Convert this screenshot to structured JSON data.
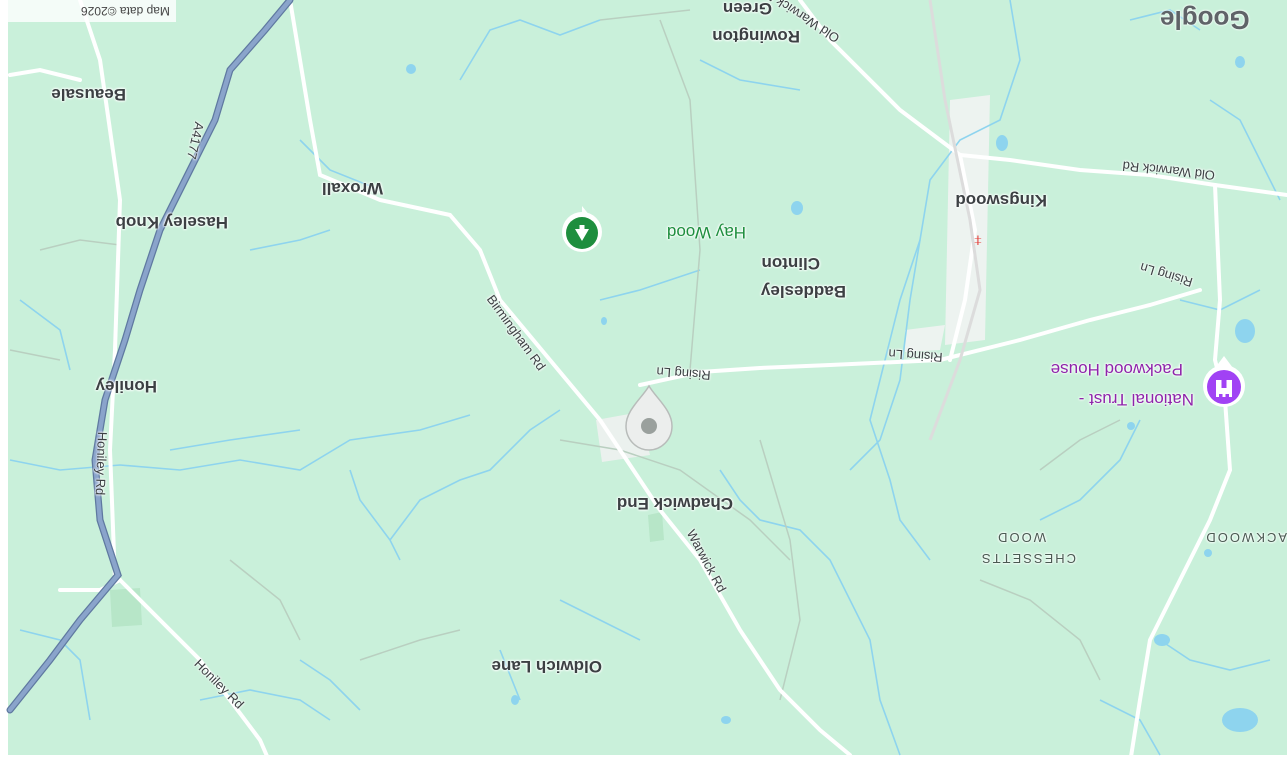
{
  "map": {
    "orientation": "rotated 180 degrees",
    "attribution": "Map data ©2026",
    "logo": "Google",
    "colors": {
      "land": "#c9f0da",
      "water": "#8ed4ee",
      "road_major": "#7b93b8",
      "road_minor": "#ffffff",
      "park_green": "#1e8e3e",
      "poi_purple": "#8e24aa",
      "rail_red": "#e53935"
    },
    "places": {
      "rowington": "Rowington",
      "rowington_green": "Green",
      "beausale": "Beausale",
      "wroxall": "Wroxall",
      "haseley_knob": "Haseley Knob",
      "kingswood": "Kingswood",
      "baddesley": "Baddesley",
      "clinton": "Clinton",
      "honiley": "Honiley",
      "chadwick_end": "Chadwick End",
      "oldwich_lane": "Oldwich Lane"
    },
    "roads": {
      "old_warwick_rd_1": "Old Warwick Rd",
      "old_warwick_rd_2": "Old Warwick Rd",
      "a4177": "A4177",
      "rising_ln_1": "Rising Ln",
      "rising_ln_2": "Rising Ln",
      "rising_ln_3": "Rising Ln",
      "birmingham_rd": "Birmingham Rd",
      "honiley_rd_1": "Honiley Rd",
      "honiley_rd_2": "Honiley Rd",
      "warwick_rd": "Warwick Rd"
    },
    "areas": {
      "chessetts_1": "CHESSETTS",
      "chessetts_2": "WOOD",
      "packwood": "ACKWOOD"
    },
    "pois": {
      "hay_wood": "Hay Wood",
      "national_trust_1": "National Trust -",
      "national_trust_2": "Packwood House"
    },
    "icons": {
      "park": "tree-icon",
      "poi": "castle-icon",
      "rail": "train-station-icon",
      "dropped_pin": "location-pin-icon"
    }
  }
}
